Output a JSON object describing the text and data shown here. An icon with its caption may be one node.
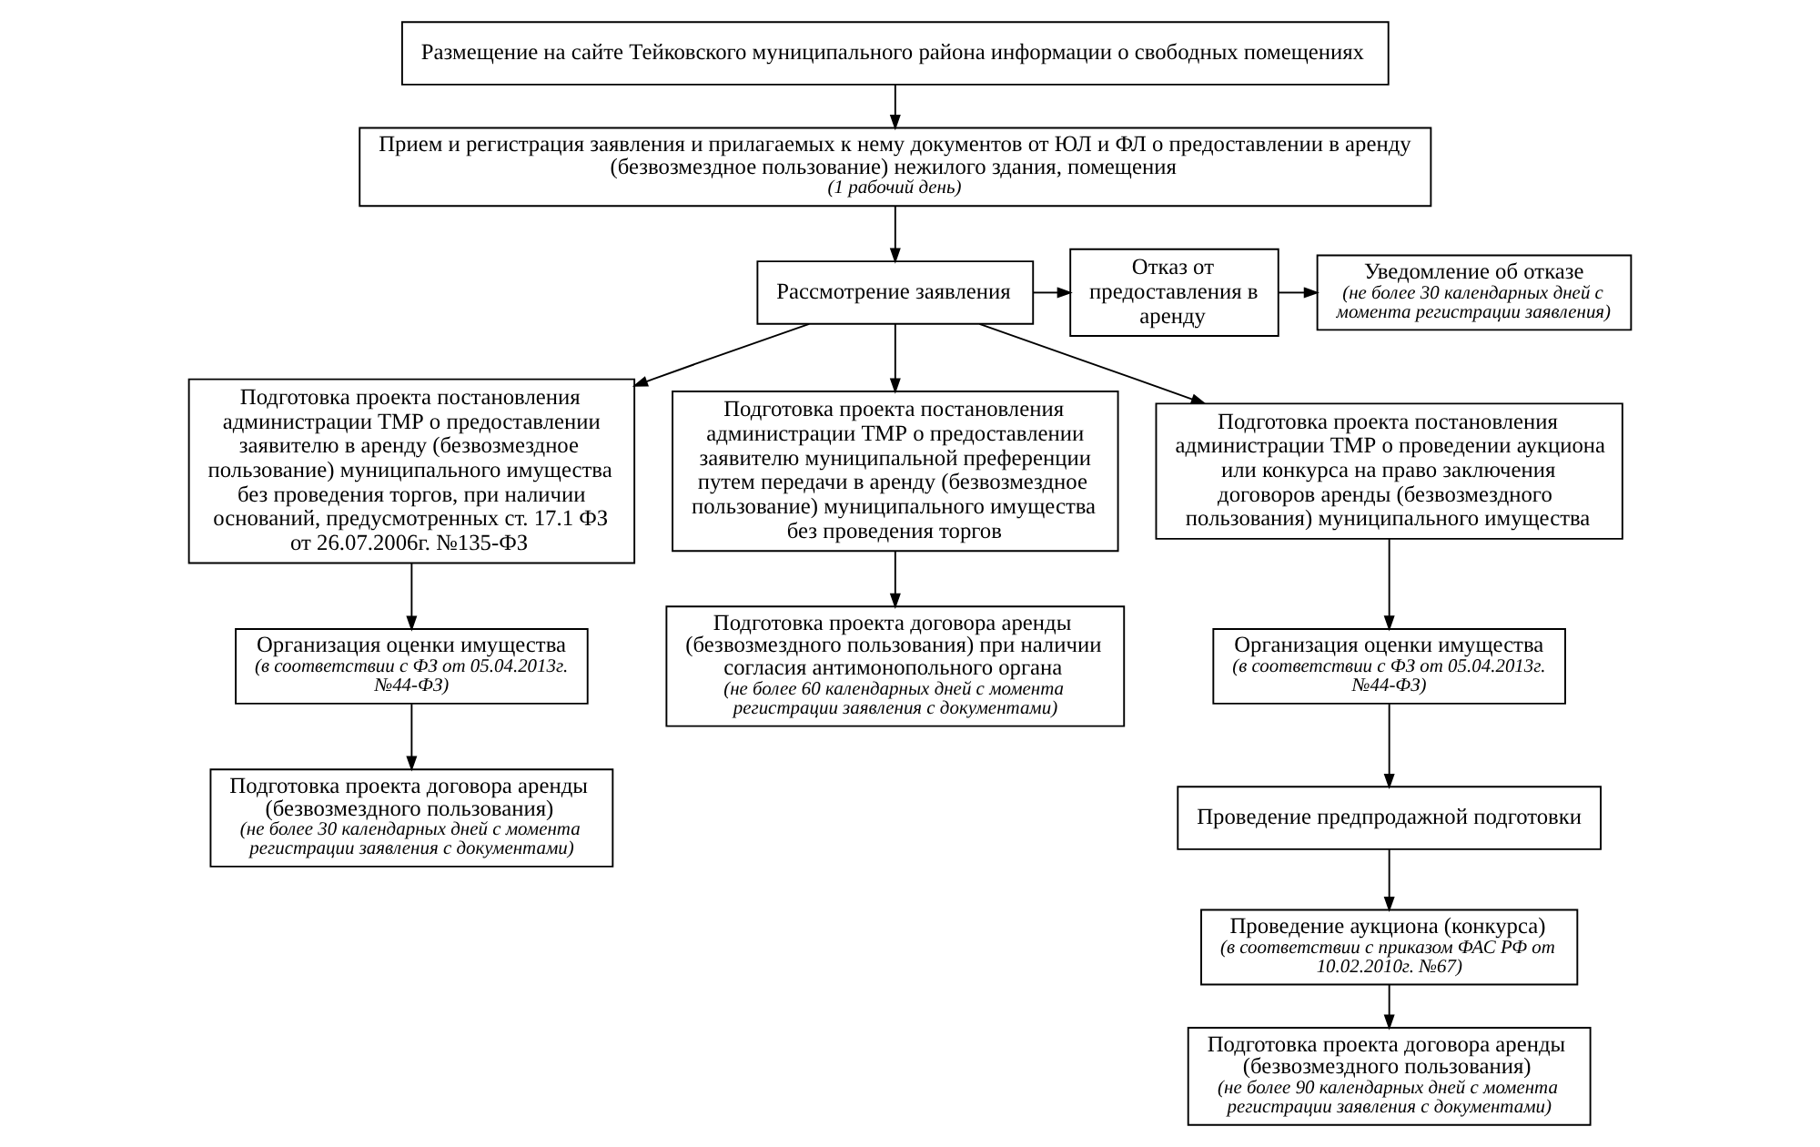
{
  "diagram": {
    "nodes": [
      {
        "text": [
          "Размещение на сайте Тейковского муниципального района информации о свободных помещениях"
        ]
      },
      {
        "text": [
          "Прием и регистрация заявления и прилагаемых к нему документов от ЮЛ и ФЛ о предоставлении в аренду (безвозмездное пользование) нежилого здания, помещения",
          "(1 рабочий день)"
        ]
      },
      {
        "text": [
          "Рассмотрение заявления"
        ]
      },
      {
        "text": [
          "Отказ от предоставления в аренду"
        ]
      },
      {
        "text": [
          "Уведомление об отказе",
          "(не более 30 календарных дней с момента регистрации заявления)"
        ]
      },
      {
        "text": [
          "Подготовка проекта постановления администрации ТМР о предоставлении заявителю в аренду (безвозмездное пользование) муниципального имущества без проведения торгов, при наличии оснований, предусмотренных ст. 17.1 ФЗ от 26.07.2006г. №135-ФЗ"
        ]
      },
      {
        "text": [
          "Подготовка проекта постановления администрации ТМР о предоставлении заявителю муниципальной преференции путем передачи в аренду (безвозмездное пользование) муниципального имущества без проведения торгов"
        ]
      },
      {
        "text": [
          "Подготовка проекта постановления администрации ТМР о проведении аукциона или конкурса на право заключения договоров аренды (безвозмездного пользования) муниципального имущества"
        ]
      },
      {
        "text": [
          "Организация оценки имущества",
          "(в соответствии с ФЗ от 05.04.2013г. №44-ФЗ)"
        ]
      },
      {
        "text": [
          "Подготовка проекта договора аренды (безвозмездного пользования)",
          "(не более 30 календарных дней с момента регистрации заявления с документами)"
        ]
      },
      {
        "text": [
          "Подготовка проекта договора аренды (безвозмездного пользования) при наличии согласия антимонопольного органа",
          "(не более 60 календарных дней с момента регистрации заявления с документами)"
        ]
      },
      {
        "text": [
          "Организация оценки имущества",
          "(в соответствии с ФЗ от 05.04.2013г. №44-ФЗ)"
        ]
      },
      {
        "text": [
          "Проведение предпродажной подготовки"
        ]
      },
      {
        "text": [
          "Проведение аукциона (конкурса)",
          "(в соответствии с приказом ФАС РФ от 10.02.2010г. №67)"
        ]
      },
      {
        "text": [
          "Подготовка проекта договора аренды (безвозмездного пользования)",
          "(не более 90 календарных дней с момента регистрации заявления с документами)"
        ]
      }
    ],
    "edges": [
      {
        "from": 0,
        "to": 1,
        "arrow": "to"
      },
      {
        "from": 1,
        "to": 2,
        "arrow": "to"
      },
      {
        "from": 2,
        "to": 3,
        "arrow": "to"
      },
      {
        "from": 3,
        "to": 4,
        "arrow": "to"
      },
      {
        "from": 2,
        "to": 5,
        "arrow": "to"
      },
      {
        "from": 2,
        "to": 6,
        "arrow": "to"
      },
      {
        "from": 2,
        "to": 7,
        "arrow": "to"
      },
      {
        "from": 5,
        "to": 8,
        "arrow": "to"
      },
      {
        "from": 8,
        "to": 9,
        "arrow": "to"
      },
      {
        "from": 6,
        "to": 10,
        "arrow": "to"
      },
      {
        "from": 7,
        "to": 11,
        "arrow": "to"
      },
      {
        "from": 11,
        "to": 12,
        "arrow": "to"
      },
      {
        "from": 12,
        "to": 13,
        "arrow": "to"
      },
      {
        "from": 13,
        "to": 14,
        "arrow": "to"
      }
    ]
  }
}
